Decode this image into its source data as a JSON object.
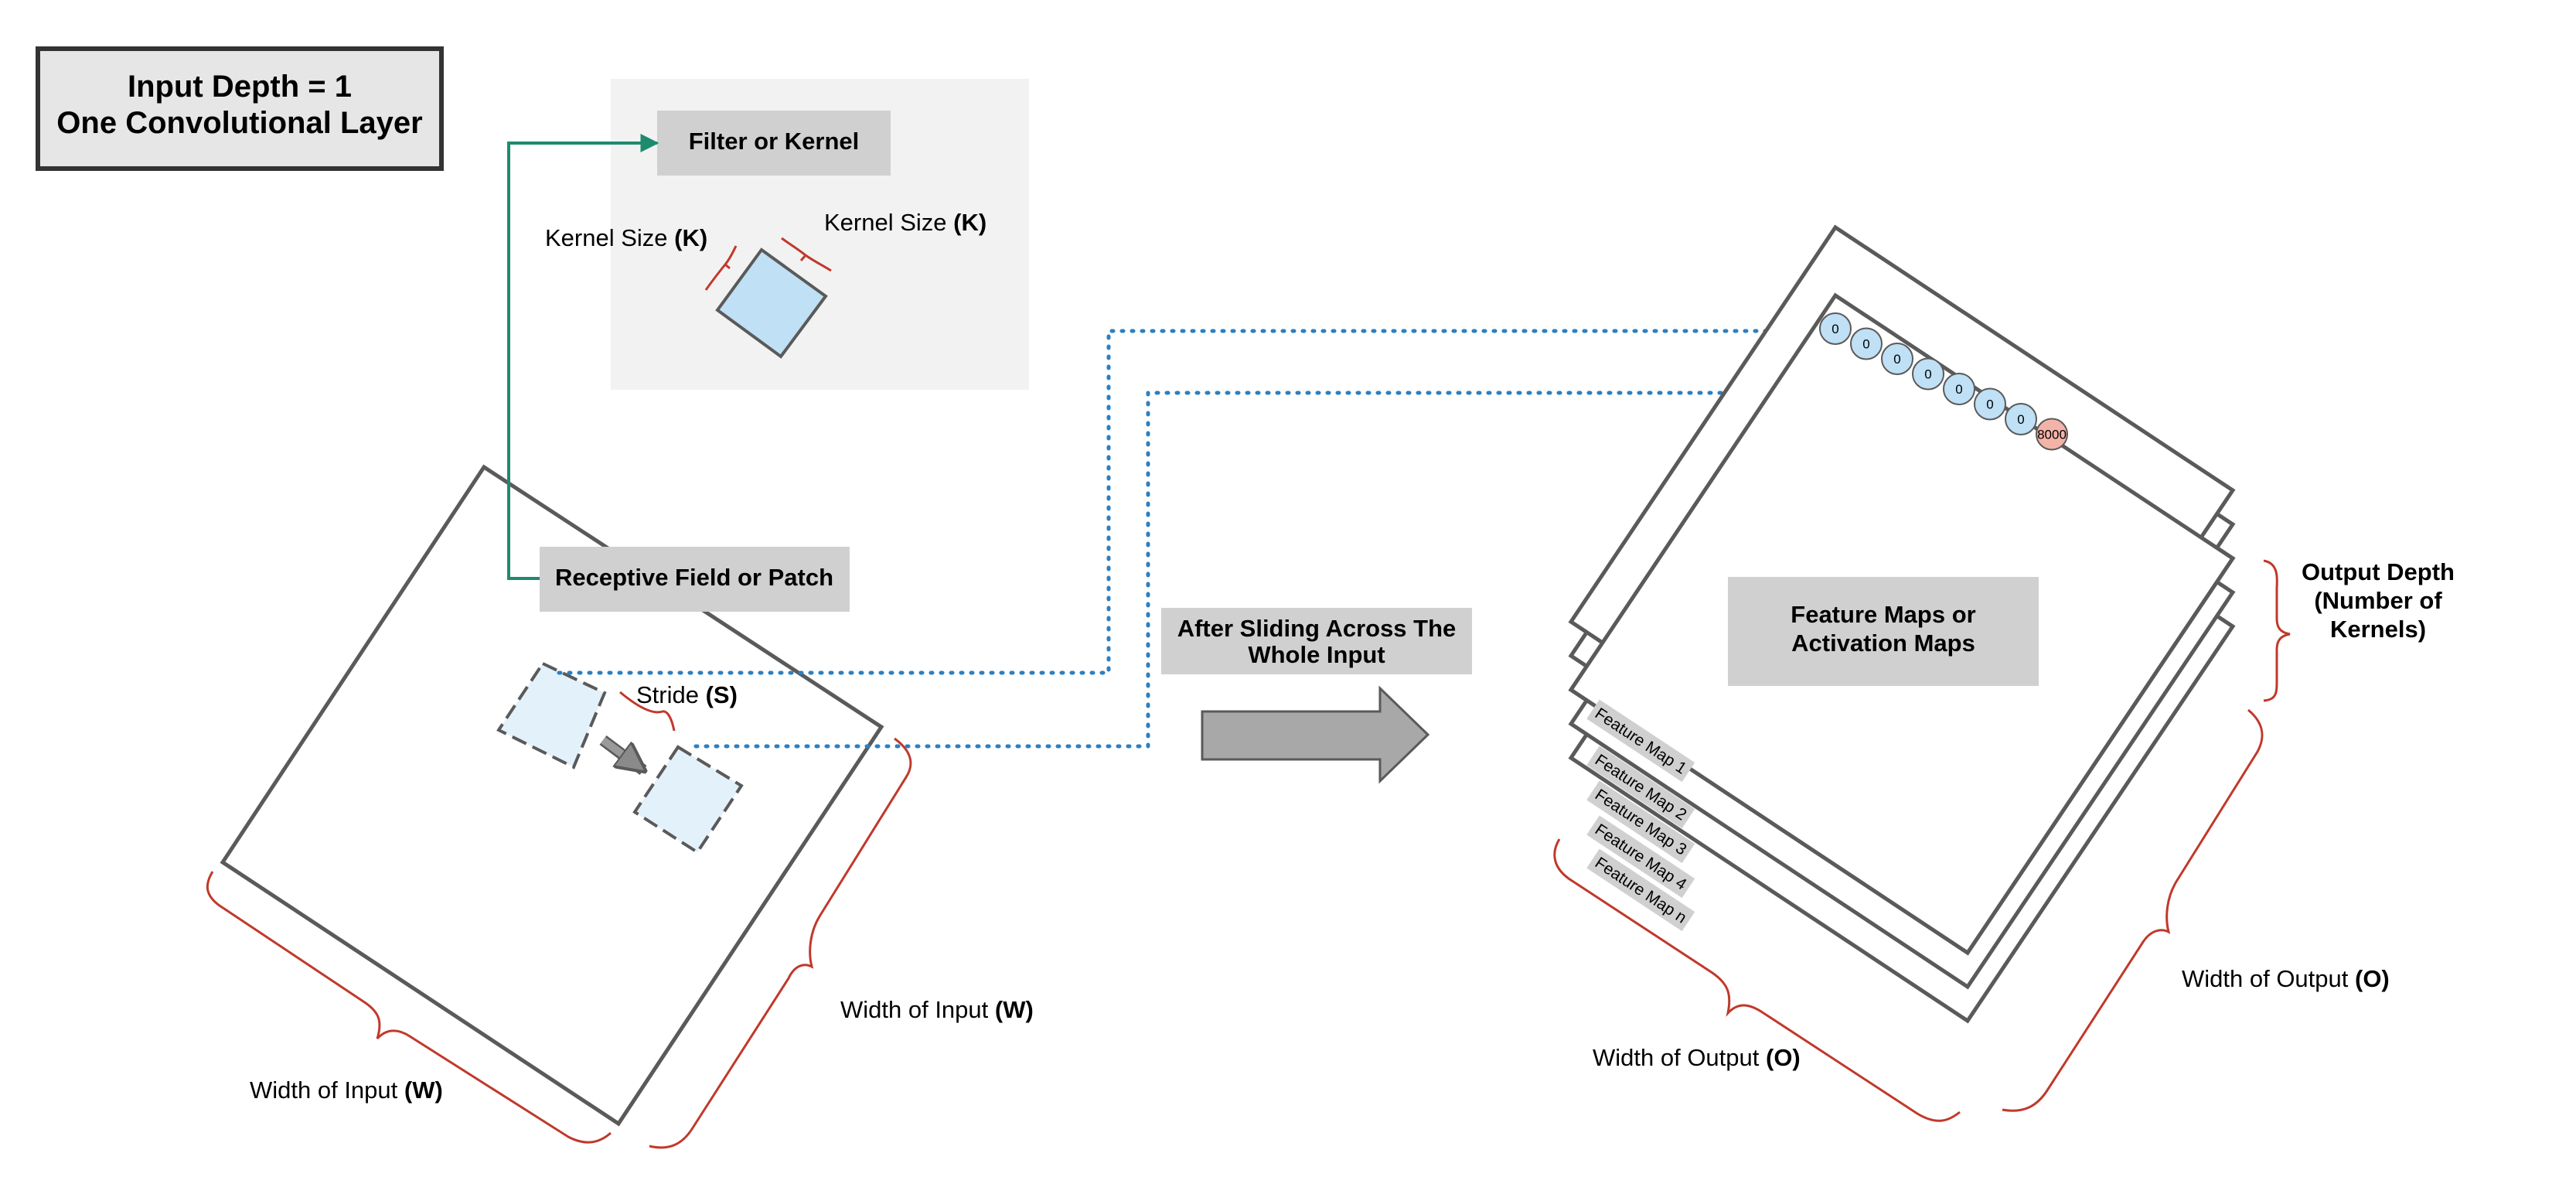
{
  "title": {
    "line1": "Input Depth = 1",
    "line2": "One Convolutional Layer"
  },
  "filter_box": {
    "label": "Filter or Kernel"
  },
  "kernel_size_left": {
    "text": "Kernel Size ",
    "var": "(K)"
  },
  "kernel_size_right": {
    "text": "Kernel Size ",
    "var": "(K)"
  },
  "receptive_field": {
    "label": "Receptive Field or Patch"
  },
  "stride": {
    "text": "Stride ",
    "var": "(S)"
  },
  "sliding_box": {
    "line1": "After Sliding Across The",
    "line2": "Whole Input"
  },
  "input_width_bottom": {
    "text": "Width of Input ",
    "var": "(W)"
  },
  "input_width_right": {
    "text": "Width of Input ",
    "var": "(W)"
  },
  "feature_maps_box": {
    "line1": "Feature Maps or",
    "line2": "Activation Maps"
  },
  "feature_maps": [
    "Feature Map 1",
    "Feature Map 2",
    "Feature Map 3",
    "Feature Map 4",
    "Feature Map n"
  ],
  "output_cells": [
    "0",
    "0",
    "0",
    "0",
    "0",
    "0",
    "0",
    "8000"
  ],
  "output_depth": {
    "line1": "Output Depth",
    "line2": "(Number of",
    "line3": "Kernels)"
  },
  "output_width_bottom": {
    "text": "Width of Output ",
    "var": "(O)"
  },
  "output_width_right": {
    "text": "Width of Output ",
    "var": "(O)"
  },
  "colors": {
    "outline": "#5a5a5a",
    "brace_red": "#c0392b",
    "arrow_green": "#1e8a6e",
    "dotted_blue": "#2d7fc0",
    "kernel_fill": "#bfe0f5",
    "patch_fill": "#e3f1fb",
    "label_box": "#d0d0d0",
    "panel_bg": "#f2f2f2",
    "cell_hot": "#f4b3a8"
  }
}
